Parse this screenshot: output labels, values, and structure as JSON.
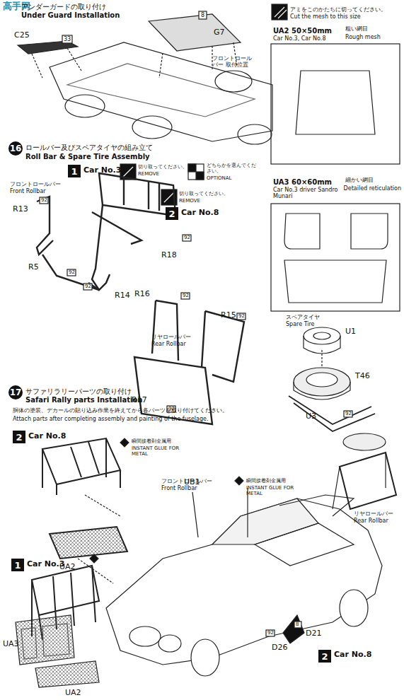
{
  "diagram": {
    "nodes": [
      {
        "text": [
          "16"
        ]
      },
      {
        "text": [
          "17"
        ]
      },
      {
        "text": [
          "1"
        ]
      },
      {
        "text": [
          "2"
        ]
      },
      {
        "text": [
          "2"
        ]
      },
      {
        "text": [
          "1"
        ]
      },
      {
        "text": [
          "2"
        ]
      }
    ],
    "labels": [
      "高手网",
      "アンダーガードの取り付け",
      "Under Guard Installation",
      "8",
      "C25",
      "33",
      "G7",
      "フロントロールバー 取付位置",
      "アミをこのかたちに切ってください。",
      "Cut the mesh to this size",
      "UA2  50×50mm",
      "粗い網目",
      "Car No.3, Car No.8",
      "Rough mesh",
      "UA3  60×60mm",
      "細かい網目",
      "Car No.3 driver Sandro Munari",
      "Detailed reticulation",
      "ロールバー及びスペアタイヤの組み立て",
      "Roll Bar & Spare Tire Assembly",
      "Car No.3",
      "切り取ってください。",
      "REMOVE",
      "どちらかを選んでください。",
      "OPTIONAL",
      "切り取ってください。",
      "REMOVE",
      "Car No.8",
      "フロントロールバー",
      "Front Rollbar",
      "R13",
      "92",
      "R5",
      "92",
      "R18",
      "92",
      "R14",
      "92",
      "R16",
      "92",
      "R15",
      "92",
      "リヤロールバー",
      "Rear Rollbar",
      "R17",
      "92",
      "スペアタイヤ",
      "Spare Tire",
      "U1",
      "T46",
      "U3",
      "92",
      "サファリラリーパーツの取り付け",
      "Safari Rally parts Installation",
      "胴体の塗装、デカールの貼り込み作業を終えてから各パーツを取り付けてください。",
      "Attach parts after completing assembly and painting of the fuselage.",
      "Car No.8",
      "瞬間接着剤金属用",
      "INSTANT GLUE FOR METAL",
      "フロントロールバー",
      "Front Rollbar",
      "UA2",
      "UB1",
      "瞬間接着剤金属用",
      "INSTANT GLUE FOR METAL",
      "リヤロールバー",
      "Rear Rollbar",
      "Car No.3",
      "UA3",
      "UA2",
      "8",
      "D21",
      "92",
      "D26",
      "Car No.8"
    ]
  }
}
